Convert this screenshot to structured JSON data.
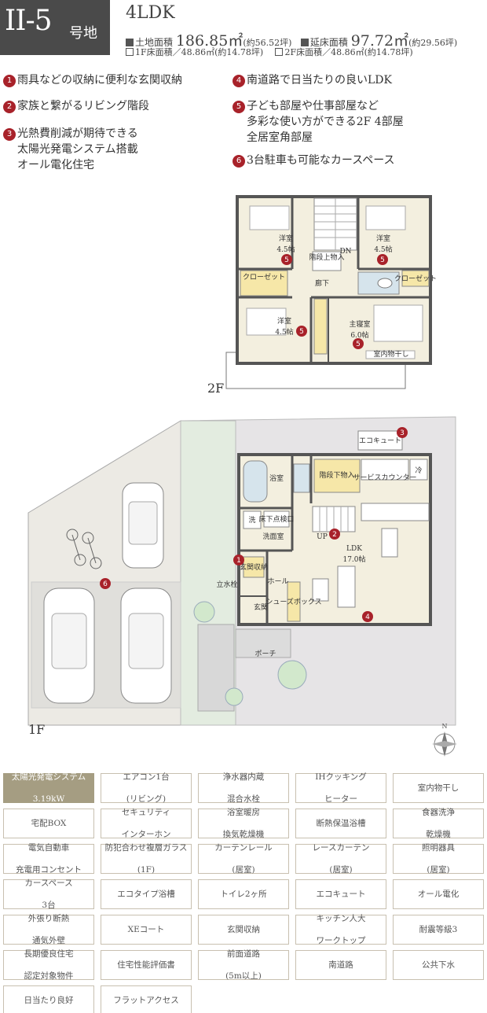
{
  "header": {
    "lot_main": "II-5",
    "lot_suffix": "号地",
    "layout_type": "4LDK",
    "land_area_label": "土地面積",
    "land_area_value": "186.85㎡",
    "land_area_tsubo": "(約56.52坪)",
    "floor_area_label": "延床面積",
    "floor_area_value": "97.72㎡",
    "floor_area_tsubo": "(約29.56坪)",
    "first_floor": "1F床面積／48.86㎡(約14.78坪)",
    "second_floor": "2F床面積／48.86㎡(約14.78坪)"
  },
  "features": [
    {
      "num": "1",
      "lines": [
        "雨具などの収納に便利な玄関収納"
      ]
    },
    {
      "num": "2",
      "lines": [
        "家族と繋がるリビング階段"
      ]
    },
    {
      "num": "3",
      "lines": [
        "光熱費削減が期待できる",
        "太陽光発電システム搭載",
        "オール電化住宅"
      ]
    },
    {
      "num": "4",
      "lines": [
        "南道路で日当たりの良いLDK"
      ]
    },
    {
      "num": "5",
      "lines": [
        "子ども部屋や仕事部屋など",
        "多彩な使い方ができる2F 4部屋",
        "全居室角部屋"
      ]
    },
    {
      "num": "6",
      "lines": [
        "3台駐車も可能なカースペース"
      ]
    }
  ],
  "plan_2f": {
    "floor_label": "2F",
    "room_nw": "洋室",
    "room_nw_size": "4.5帖",
    "room_ne": "洋室",
    "room_ne_size": "4.5帖",
    "room_sw": "洋室",
    "room_sw_size": "4.5帖",
    "room_master": "主寝室",
    "room_master_size": "6.0帖",
    "hallway": "廊下",
    "closet": "クローゼット",
    "attic_storage": "階段上物入",
    "walk_in_closet": "室内物干し",
    "dn": "DN"
  },
  "plan_1f": {
    "floor_label": "1F",
    "bath": "浴室",
    "washroom": "洗面室",
    "wash": "洗",
    "underfloor": "床下点検口",
    "entry_storage": "玄関収納",
    "hall": "ホール",
    "entrance": "玄関",
    "porch": "ポーチ",
    "under_stair": "階段下物入",
    "service_counter": "サービスカウンター",
    "fridge": "冷",
    "ldk": "LDK",
    "ldk_size": "17.0帖",
    "shoes_box": "シューズボックス",
    "up": "UP",
    "ecocute": "エコキュート",
    "faucet": "立水栓",
    "markers": [
      "1",
      "2",
      "3",
      "4",
      "6"
    ]
  },
  "amenities": [
    {
      "label": "太陽光発電システム\n3.19kW",
      "highlight": true
    },
    {
      "label": "エアコン1台\n(リビング)",
      "highlight": false
    },
    {
      "label": "浄水器内蔵\n混合水栓",
      "highlight": false
    },
    {
      "label": "IHクッキング\nヒーター",
      "highlight": false
    },
    {
      "label": "室内物干し",
      "highlight": false
    },
    {
      "label": "宅配BOX",
      "highlight": false
    },
    {
      "label": "セキュリティ\nインターホン",
      "highlight": false
    },
    {
      "label": "浴室暖房\n換気乾燥機",
      "highlight": false
    },
    {
      "label": "断熱保温浴槽",
      "highlight": false
    },
    {
      "label": "食器洗浄\n乾燥機",
      "highlight": false
    },
    {
      "label": "電気自動車\n充電用コンセント",
      "highlight": false
    },
    {
      "label": "防犯合わせ複層ガラス\n(1F)",
      "highlight": false
    },
    {
      "label": "カーテンレール\n(居室)",
      "highlight": false
    },
    {
      "label": "レースカーテン\n(居室)",
      "highlight": false
    },
    {
      "label": "照明器具\n(居室)",
      "highlight": false
    },
    {
      "label": "カースペース\n3台",
      "highlight": false
    },
    {
      "label": "エコタイプ浴槽",
      "highlight": false
    },
    {
      "label": "トイレ2ヶ所",
      "highlight": false
    },
    {
      "label": "エコキュート",
      "highlight": false
    },
    {
      "label": "オール電化",
      "highlight": false
    },
    {
      "label": "外張り断熱\n通気外壁",
      "highlight": false
    },
    {
      "label": "XEコート",
      "highlight": false
    },
    {
      "label": "玄関収納",
      "highlight": false
    },
    {
      "label": "キッチン人大\nワークトップ",
      "highlight": false
    },
    {
      "label": "耐震等級3",
      "highlight": false
    },
    {
      "label": "長期優良住宅\n認定対象物件",
      "highlight": false
    },
    {
      "label": "住宅性能評価書",
      "highlight": false
    },
    {
      "label": "前面道路\n(5m以上)",
      "highlight": false
    },
    {
      "label": "南道路",
      "highlight": false
    },
    {
      "label": "公共下水",
      "highlight": false
    },
    {
      "label": "日当たり良好",
      "highlight": false
    },
    {
      "label": "フラットアクセス",
      "highlight": false
    }
  ],
  "colors": {
    "badge": "#4a4a4a",
    "marker": "#a8222a",
    "floor_fill": "#f3efdf",
    "wall": "#555555",
    "amenity_highlight": "#a59d82"
  },
  "compass_label": "N"
}
